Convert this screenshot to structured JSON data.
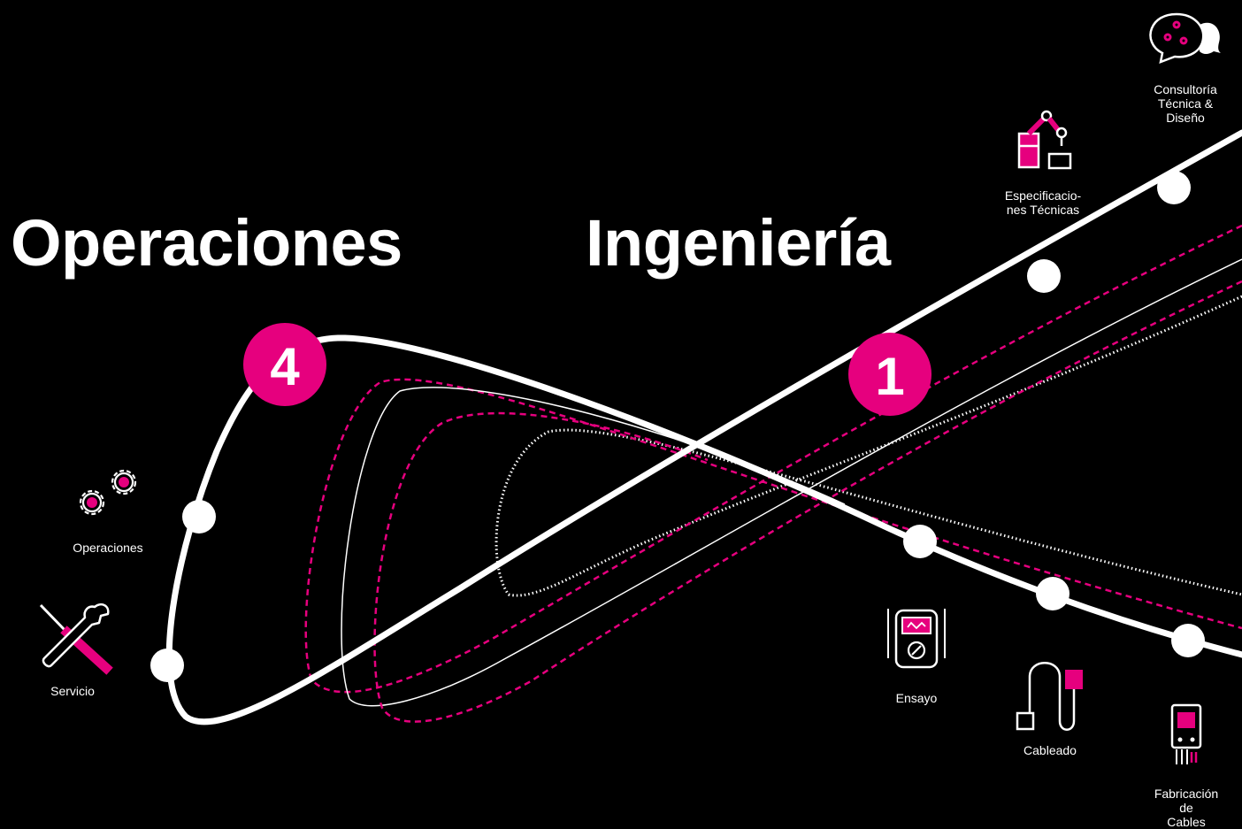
{
  "colors": {
    "background": "#000000",
    "accent": "#e6007e",
    "line": "#ffffff"
  },
  "sections": {
    "operations_title": "Operaciones",
    "engineering_title": "Ingeniería"
  },
  "phases": {
    "phase_1": "1",
    "phase_4": "4"
  },
  "stages": {
    "consultoria": {
      "label": "Consultoría\nTécnica &\nDiseño",
      "icon": "consulting-chat-gears-icon"
    },
    "especificaciones": {
      "label": "Especificacio-\nnes Técnicas",
      "icon": "robotic-arm-icon"
    },
    "ensayo": {
      "label": "Ensayo",
      "icon": "multimeter-icon"
    },
    "cableado": {
      "label": "Cableado",
      "icon": "cable-icon"
    },
    "fabricacion": {
      "label": "Fabricación de\nCables",
      "icon": "connector-icon"
    },
    "operaciones": {
      "label": "Operaciones",
      "icon": "gears-icon"
    },
    "servicio": {
      "label": "Servicio",
      "icon": "wrench-screwdriver-icon"
    }
  }
}
